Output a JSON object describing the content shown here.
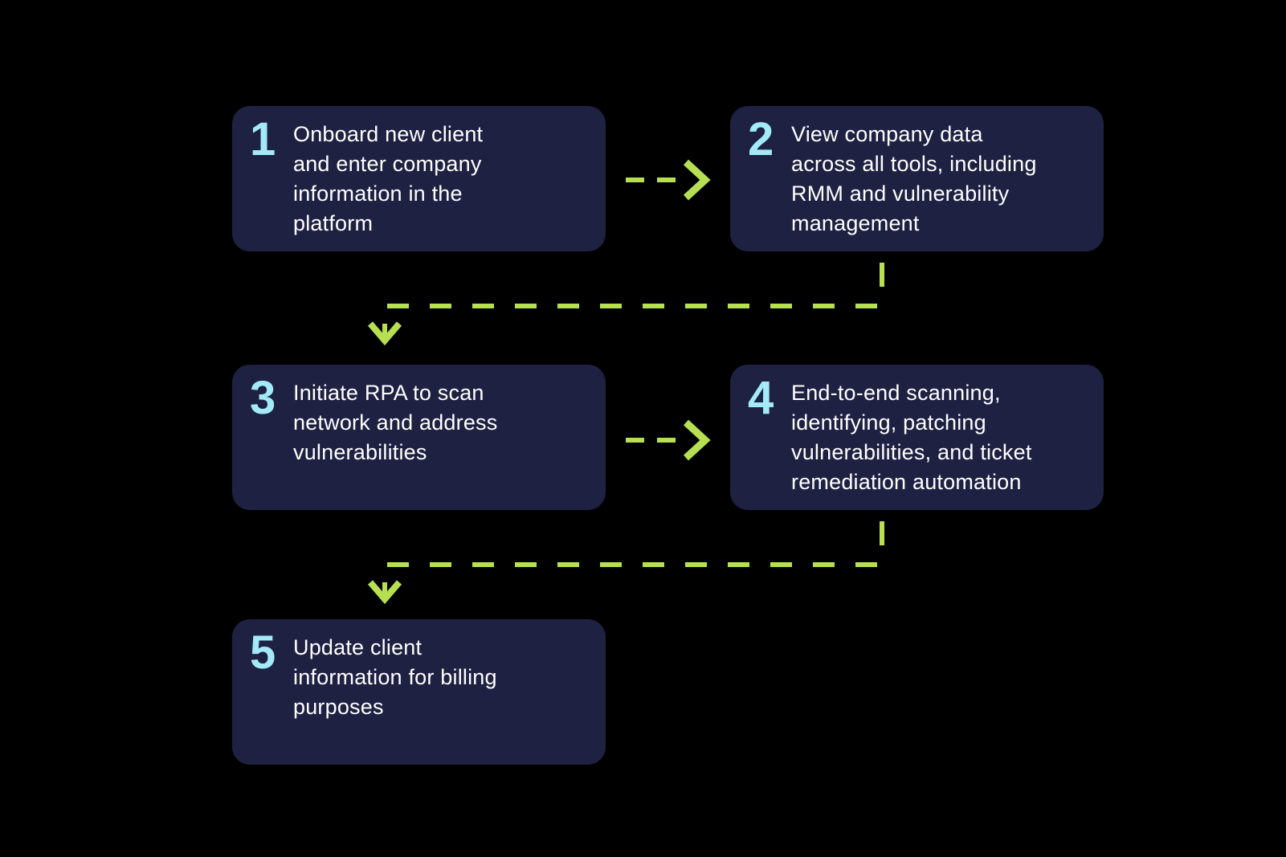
{
  "colors": {
    "background": "#000000",
    "box": "#1e2142",
    "number": "#a3eaf8",
    "text": "#ffffff",
    "arrow": "#b6e052"
  },
  "steps": [
    {
      "number": "1",
      "text": "Onboard new client and enter company information in the platform",
      "lines": [
        "Onboard new client",
        "and enter company",
        "information in the",
        "platform"
      ]
    },
    {
      "number": "2",
      "text": "View company data across all tools, including RMM and vulnerability management",
      "lines": [
        "View company data",
        "across all tools, including",
        "RMM and vulnerability",
        "management"
      ]
    },
    {
      "number": "3",
      "text": "Initiate RPA to scan network and address vulnerabilities",
      "lines": [
        "Initiate RPA to scan",
        "network and address",
        "vulnerabilities"
      ]
    },
    {
      "number": "4",
      "text": "End-to-end scanning, identifying, patching vulnerabilities, and ticket remediation automation",
      "lines": [
        "End-to-end scanning,",
        "identifying, patching",
        "vulnerabilities, and ticket",
        "remediation automation"
      ]
    },
    {
      "number": "5",
      "text": "Update client information for billing purposes",
      "lines": [
        "Update client",
        "information for billing",
        "purposes"
      ]
    }
  ],
  "flow": [
    {
      "from": "1",
      "to": "2",
      "style": "dashed-right-arrow"
    },
    {
      "from": "2",
      "to": "3",
      "style": "dashed-elbow-down-arrow"
    },
    {
      "from": "3",
      "to": "4",
      "style": "dashed-right-arrow"
    },
    {
      "from": "4",
      "to": "5",
      "style": "dashed-elbow-down-arrow"
    }
  ]
}
